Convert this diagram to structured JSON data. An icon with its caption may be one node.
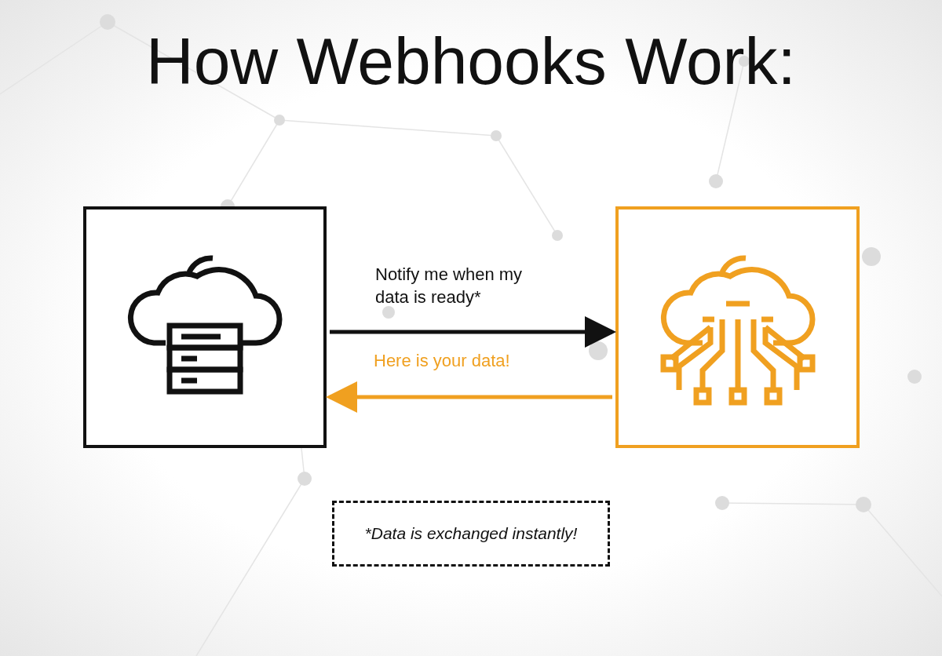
{
  "diagram": {
    "title": "How Webhooks Work:",
    "nodes": [
      {
        "text": [],
        "shape": "box"
      },
      {
        "text": [],
        "shape": "box"
      },
      {
        "text": [
          "*Data  is exchanged instantly!"
        ]
      }
    ],
    "edges": [
      {
        "from": 0,
        "to": 1,
        "arrow": "to",
        "label": "Notify me when my data is ready*"
      },
      {
        "from": 1,
        "to": 0,
        "arrow": "to",
        "label": "Here is your data!",
        "color": "#f0a020"
      }
    ]
  }
}
